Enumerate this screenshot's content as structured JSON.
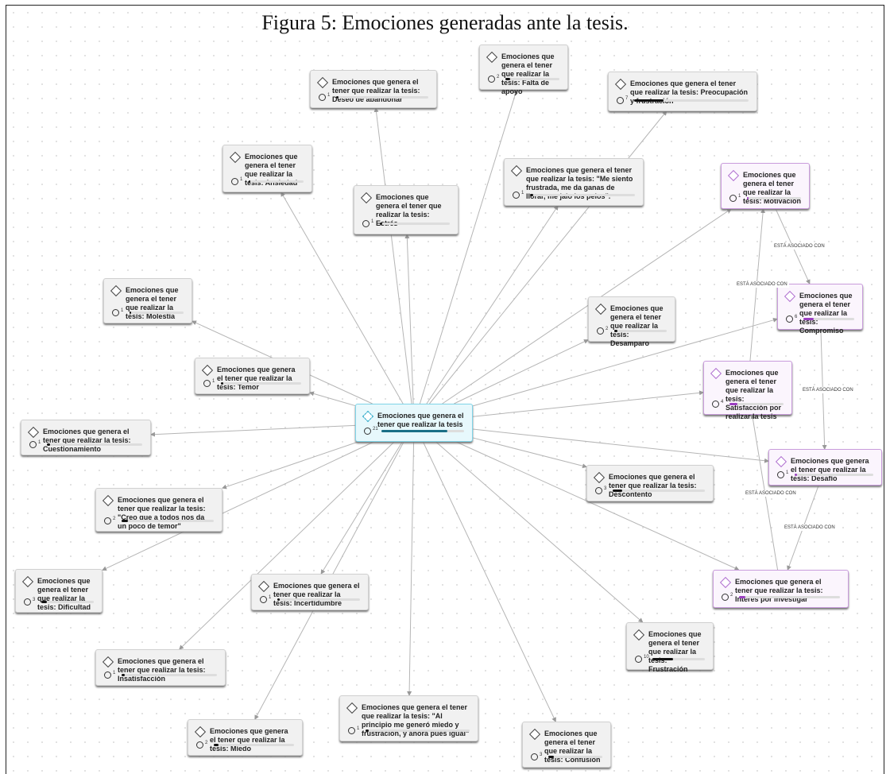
{
  "title": "Figura 5: Emociones generadas ante la tesis.",
  "edge_label": "ESTÁ ASOCIADO CON",
  "hub": {
    "label": "Emociones que genera el tener que realizar la tesis",
    "count": "21",
    "fill": 0.8
  },
  "nodes": [
    {
      "label": "Emociones que genera el tener que realizar la tesis: Deseo de abandonar",
      "count": "1",
      "fill": 0.03
    },
    {
      "label": "Emociones que genera el tener que realizar la tesis: Falta de apoyo",
      "count": "2",
      "fill": 0.09
    },
    {
      "label": "Emociones que genera el tener que realizar la tesis: Preocupación y frustración",
      "count": "7",
      "fill": 0.26
    },
    {
      "label": "Emociones que genera el tener que realizar la tesis: Ansiedad",
      "count": "1",
      "fill": 0.03
    },
    {
      "label": "Emociones que genera el tener que realizar la tesis: Estrés",
      "count": "1",
      "fill": 0.03
    },
    {
      "label": "Emociones que genera el tener que realizar la tesis: \"Me siento frustrada, me da ganas de llorar, me jalo los pelos\".",
      "count": "1",
      "fill": 0.03
    },
    {
      "label": "Emociones que genera el tener que realizar la tesis: Motivación",
      "count": "1",
      "fill": 0.03
    },
    {
      "label": "Emociones que genera el tener que realizar la tesis: Molestia",
      "count": "1",
      "fill": 0.03
    },
    {
      "label": "Emociones que genera el tener que realizar la tesis: Desamparo",
      "count": "2",
      "fill": 0.06
    },
    {
      "label": "Emociones que genera el tener que realizar la tesis: Compromiso",
      "count": "6",
      "fill": 0.2
    },
    {
      "label": "Emociones que genera el tener que realizar la tesis: Temor",
      "count": "1",
      "fill": 0.03
    },
    {
      "label": "Emociones que genera el tener que realizar la tesis: Satisfacción por realizar la tesis",
      "count": "4",
      "fill": 0.14
    },
    {
      "label": "Emociones que genera el tener que realizar la tesis: Cuestionamiento",
      "count": "1",
      "fill": 0.03
    },
    {
      "label": "Emociones que genera el tener que realizar la tesis: Desafío",
      "count": "1",
      "fill": 0.03
    },
    {
      "label": "Emociones que genera el tener que realizar la tesis: \"Creo que a todos nos da un poco de temor\"",
      "count": "2",
      "fill": 0.07
    },
    {
      "label": "Emociones que genera el tener que realizar la tesis: Descontento",
      "count": "3",
      "fill": 0.1
    },
    {
      "label": "Emociones que genera el tener que realizar la tesis: Dificultad",
      "count": "3",
      "fill": 0.1
    },
    {
      "label": "Emociones que genera el tener que realizar la tesis: Incertidumbre",
      "count": "1",
      "fill": 0.03
    },
    {
      "label": "Emociones que genera el tener que realizar la tesis: Interés por investigar",
      "count": "2",
      "fill": 0.06
    },
    {
      "label": "Emociones que genera el tener que realizar la tesis: Frustración",
      "count": "10",
      "fill": 0.4
    },
    {
      "label": "Emociones que genera el tener que realizar la tesis: Insatisfacción",
      "count": "1",
      "fill": 0.03
    },
    {
      "label": "Emociones que genera el tener que realizar la tesis: \"Al principio me generó miedo y frustración, y ahora pues igual\"",
      "count": "1",
      "fill": 0.03
    },
    {
      "label": "Emociones que genera el tener que realizar la tesis: Miedo",
      "count": "2",
      "fill": 0.06
    },
    {
      "label": "Emociones que genera el tener que realizar la tesis: Confusión",
      "count": "3",
      "fill": 0.1
    }
  ]
}
